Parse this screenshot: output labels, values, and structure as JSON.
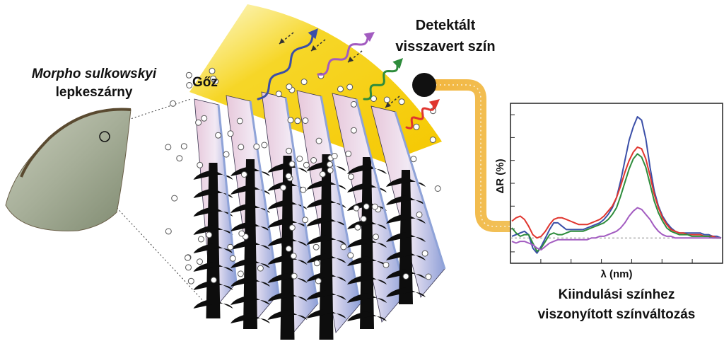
{
  "labels": {
    "species_name": "Morpho sulkowskyi",
    "wing_label": "lepkeszárny",
    "vapor_label": "Gőz",
    "detected_line1": "Detektált",
    "detected_line2": "visszavert szín",
    "caption_line1": "Kiindulási színhez",
    "caption_line2": "viszonyított színváltozás"
  },
  "chart_data": {
    "type": "line",
    "xlabel": "λ (nm)",
    "ylabel": "ΔR (%)",
    "baseline": 0,
    "series": [
      {
        "color": "#3b4fa8",
        "x": [
          0,
          2,
          4,
          6,
          8,
          10,
          12,
          14,
          16,
          18,
          20,
          22,
          24,
          26,
          28,
          30,
          32,
          34,
          36,
          38,
          40,
          42,
          44,
          46,
          48,
          50,
          52,
          54,
          56,
          58,
          60,
          62,
          64,
          66,
          68,
          70,
          72,
          74,
          76,
          78,
          80,
          82,
          84,
          86,
          88,
          90,
          92,
          94,
          96,
          98,
          100
        ],
        "y": [
          0.1,
          0.2,
          0.3,
          0.4,
          0.2,
          -0.6,
          -0.9,
          -0.5,
          0.0,
          0.5,
          0.9,
          0.9,
          0.7,
          0.5,
          0.5,
          0.5,
          0.5,
          0.5,
          0.6,
          0.7,
          0.8,
          0.9,
          1.1,
          1.4,
          1.8,
          2.4,
          3.4,
          4.6,
          5.8,
          6.6,
          7.2,
          7.0,
          5.9,
          4.2,
          2.8,
          1.9,
          1.3,
          0.9,
          0.6,
          0.4,
          0.3,
          0.3,
          0.3,
          0.3,
          0.3,
          0.3,
          0.2,
          0.2,
          0.1,
          0.1,
          0.0
        ]
      },
      {
        "color": "#e0352e",
        "x": [
          0,
          2,
          4,
          6,
          8,
          10,
          12,
          14,
          16,
          18,
          20,
          22,
          24,
          26,
          28,
          30,
          32,
          34,
          36,
          38,
          40,
          42,
          44,
          46,
          48,
          50,
          52,
          54,
          56,
          58,
          60,
          62,
          64,
          66,
          68,
          70,
          72,
          74,
          76,
          78,
          80,
          82,
          84,
          86,
          88,
          90,
          92,
          94,
          96,
          98,
          100
        ],
        "y": [
          1.0,
          1.2,
          1.3,
          1.1,
          0.7,
          0.2,
          0.0,
          0.1,
          0.4,
          0.8,
          1.1,
          1.2,
          1.2,
          1.1,
          1.0,
          0.9,
          0.8,
          0.8,
          0.8,
          0.9,
          1.0,
          1.1,
          1.3,
          1.6,
          1.9,
          2.4,
          3.1,
          3.9,
          4.6,
          5.1,
          5.4,
          5.3,
          4.7,
          3.7,
          2.6,
          1.8,
          1.2,
          0.8,
          0.5,
          0.4,
          0.3,
          0.3,
          0.2,
          0.2,
          0.2,
          0.2,
          0.1,
          0.1,
          0.1,
          0.0,
          0.0
        ]
      },
      {
        "color": "#2e8c3c",
        "x": [
          0,
          2,
          4,
          6,
          8,
          10,
          12,
          14,
          16,
          18,
          20,
          22,
          24,
          26,
          28,
          30,
          32,
          34,
          36,
          38,
          40,
          42,
          44,
          46,
          48,
          50,
          52,
          54,
          56,
          58,
          60,
          62,
          64,
          66,
          68,
          70,
          72,
          74,
          76,
          78,
          80,
          82,
          84,
          86,
          88,
          90,
          92,
          94,
          96,
          98,
          100
        ],
        "y": [
          0.6,
          0.3,
          0.1,
          0.2,
          0.2,
          -0.3,
          -0.8,
          -0.6,
          -0.2,
          0.2,
          0.3,
          0.2,
          0.2,
          0.3,
          0.4,
          0.4,
          0.4,
          0.4,
          0.5,
          0.6,
          0.7,
          0.8,
          0.9,
          1.1,
          1.4,
          1.8,
          2.5,
          3.3,
          4.1,
          4.7,
          5.0,
          4.8,
          4.2,
          3.2,
          2.2,
          1.5,
          1.0,
          0.6,
          0.4,
          0.3,
          0.2,
          0.2,
          0.2,
          0.1,
          0.1,
          0.1,
          0.1,
          0.1,
          0.0,
          0.0,
          0.0
        ]
      },
      {
        "color": "#a25bc0",
        "x": [
          0,
          2,
          4,
          6,
          8,
          10,
          12,
          14,
          16,
          18,
          20,
          22,
          24,
          26,
          28,
          30,
          32,
          34,
          36,
          38,
          40,
          42,
          44,
          46,
          48,
          50,
          52,
          54,
          56,
          58,
          60,
          62,
          64,
          66,
          68,
          70,
          72,
          74,
          76,
          78,
          80,
          82,
          84,
          86,
          88,
          90,
          92,
          94,
          96,
          98,
          100
        ],
        "y": [
          -0.2,
          -0.3,
          -0.2,
          -0.2,
          -0.3,
          -0.4,
          -0.6,
          -0.7,
          -0.5,
          -0.3,
          -0.2,
          -0.1,
          -0.1,
          -0.1,
          -0.1,
          -0.1,
          -0.1,
          -0.1,
          -0.1,
          0.0,
          0.0,
          0.1,
          0.1,
          0.2,
          0.3,
          0.4,
          0.6,
          0.9,
          1.3,
          1.6,
          1.8,
          1.7,
          1.4,
          1.1,
          0.7,
          0.4,
          0.2,
          0.1,
          0.1,
          0.0,
          0.0,
          0.0,
          0.0,
          0.0,
          0.0,
          0.0,
          0.0,
          0.0,
          0.0,
          0.0,
          0.0
        ]
      }
    ],
    "ylim": [
      -1.5,
      8
    ],
    "xlim": [
      0,
      100
    ],
    "grid": false,
    "legend": "none"
  },
  "colors": {
    "yellow_cone": "#f5d21a",
    "fiber": "#f0a830",
    "detector": "#111111",
    "wing": "#a9b39a",
    "scale_dark": "#0d0d0d",
    "ridge_pink": "#d7b3c9",
    "ridge_blue": "#8fa3d8"
  },
  "arrows": [
    {
      "color": "#3b4fa8"
    },
    {
      "color": "#a25bc0"
    },
    {
      "color": "#2e8c3c"
    },
    {
      "color": "#e0352e"
    }
  ]
}
